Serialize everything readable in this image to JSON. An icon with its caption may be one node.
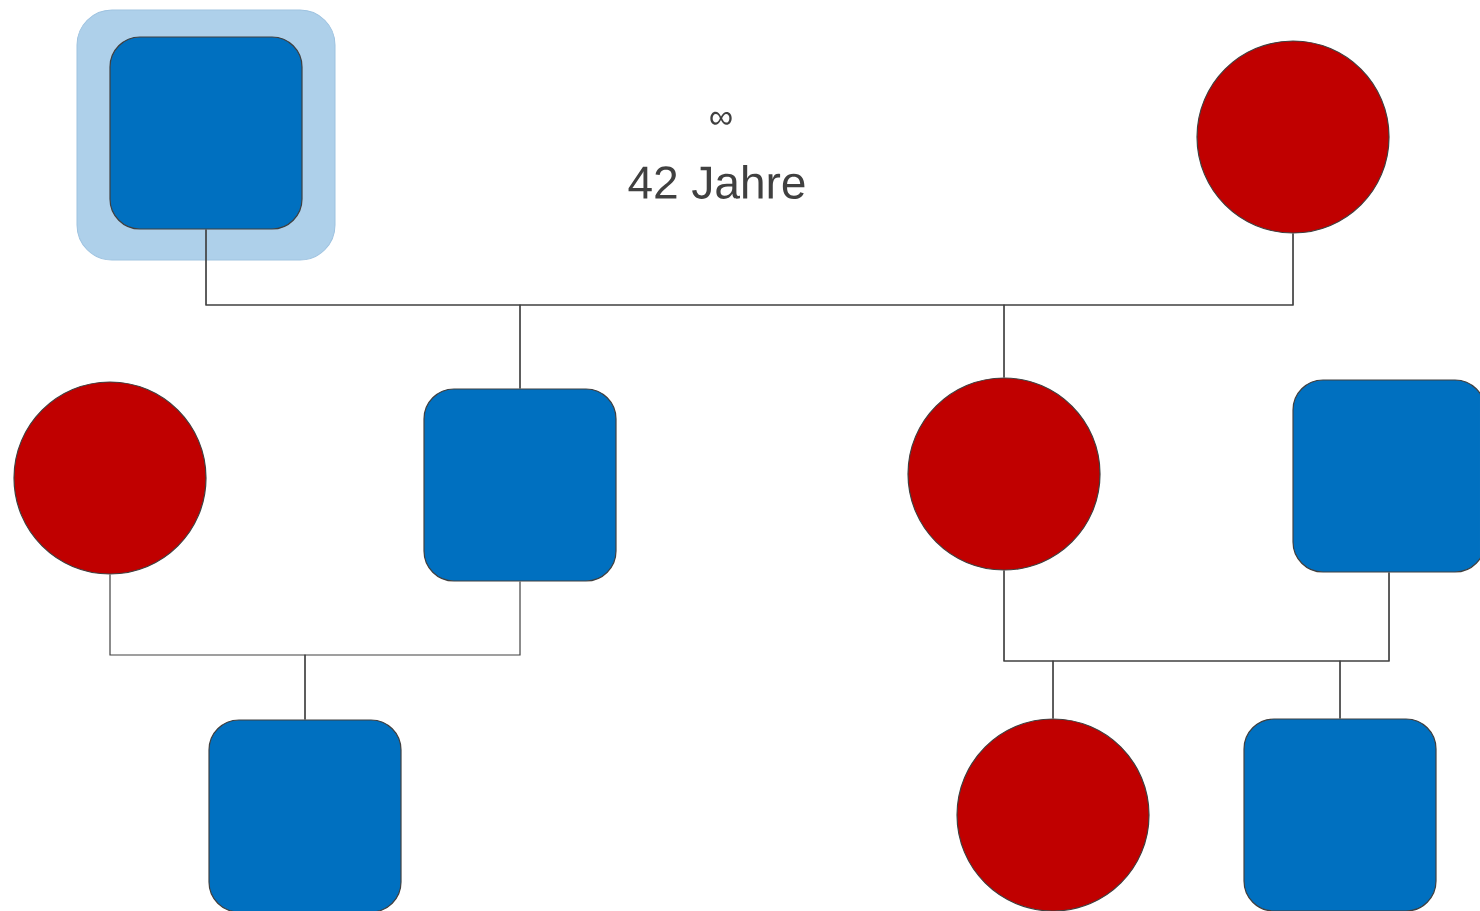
{
  "diagram": {
    "nodes": [
      {
        "text": [],
        "shape": "box"
      },
      {
        "text": [],
        "shape": "box",
        "in": 0
      },
      {
        "text": [],
        "shape": "circle"
      },
      {
        "text": [],
        "shape": "circle"
      },
      {
        "text": [],
        "shape": "box"
      },
      {
        "text": [],
        "shape": "circle"
      },
      {
        "text": [],
        "shape": "box"
      },
      {
        "text": [],
        "shape": "box"
      },
      {
        "text": [],
        "shape": "circle"
      },
      {
        "text": [],
        "shape": "box"
      }
    ],
    "edges": [
      {
        "from": 1,
        "to": 4,
        "arrow": "none"
      },
      {
        "from": 1,
        "to": 5,
        "arrow": "none"
      },
      {
        "from": 2,
        "to": 4,
        "arrow": "none"
      },
      {
        "from": 2,
        "to": 5,
        "arrow": "none"
      },
      {
        "from": 3,
        "to": 7,
        "arrow": "none"
      },
      {
        "from": 4,
        "to": 7,
        "arrow": "none"
      },
      {
        "from": 5,
        "to": 8,
        "arrow": "none"
      },
      {
        "from": 5,
        "to": 9,
        "arrow": "none"
      },
      {
        "from": 6,
        "to": 8,
        "arrow": "none"
      },
      {
        "from": 6,
        "to": 9,
        "arrow": "none"
      }
    ],
    "labels": [
      "∞",
      "42 Jahre"
    ]
  }
}
